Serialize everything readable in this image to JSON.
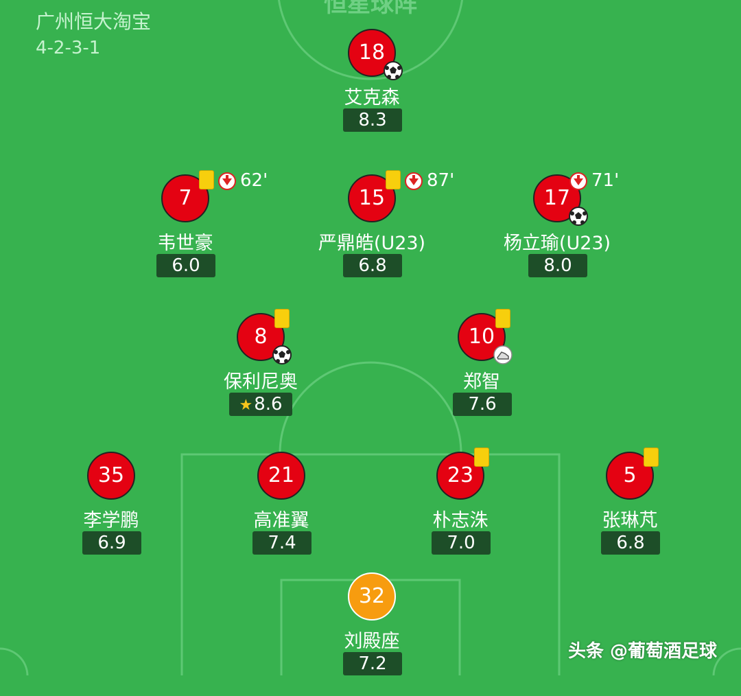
{
  "team": {
    "name": "广州恒大淘宝",
    "formation": "4-2-3-1"
  },
  "header_partial": "恒星球阵",
  "colors": {
    "pitch": "#37b24f",
    "line": "#5ec874",
    "player": "#e40212",
    "goalkeeper": "#f79c0f",
    "rating_bg": "#1d4e28",
    "yellow_card": "#f7cf0d"
  },
  "players": [
    {
      "number": "18",
      "name": "艾克森",
      "rating": "8.3",
      "goal": true
    },
    {
      "number": "7",
      "name": "韦世豪",
      "rating": "6.0",
      "yellow_card": true,
      "sub_off": "62'"
    },
    {
      "number": "15",
      "name": "严鼎皓(U23)",
      "rating": "6.8",
      "yellow_card": true,
      "sub_off": "87'"
    },
    {
      "number": "17",
      "name": "杨立瑜(U23)",
      "rating": "8.0",
      "sub_off": "71'",
      "goal": true
    },
    {
      "number": "8",
      "name": "保利尼奥",
      "rating": "8.6",
      "yellow_card": true,
      "goal": true,
      "man_of_match": true
    },
    {
      "number": "10",
      "name": "郑智",
      "rating": "7.6",
      "yellow_card": true,
      "assist": true
    },
    {
      "number": "35",
      "name": "李学鹏",
      "rating": "6.9"
    },
    {
      "number": "21",
      "name": "高准翼",
      "rating": "7.4"
    },
    {
      "number": "23",
      "name": "朴志洙",
      "rating": "7.0",
      "yellow_card": true
    },
    {
      "number": "5",
      "name": "张琳芃",
      "rating": "6.8",
      "yellow_card": true
    },
    {
      "number": "32",
      "name": "刘殿座",
      "rating": "7.2",
      "goalkeeper": true
    }
  ],
  "watermark": "头条 @葡萄酒足球"
}
